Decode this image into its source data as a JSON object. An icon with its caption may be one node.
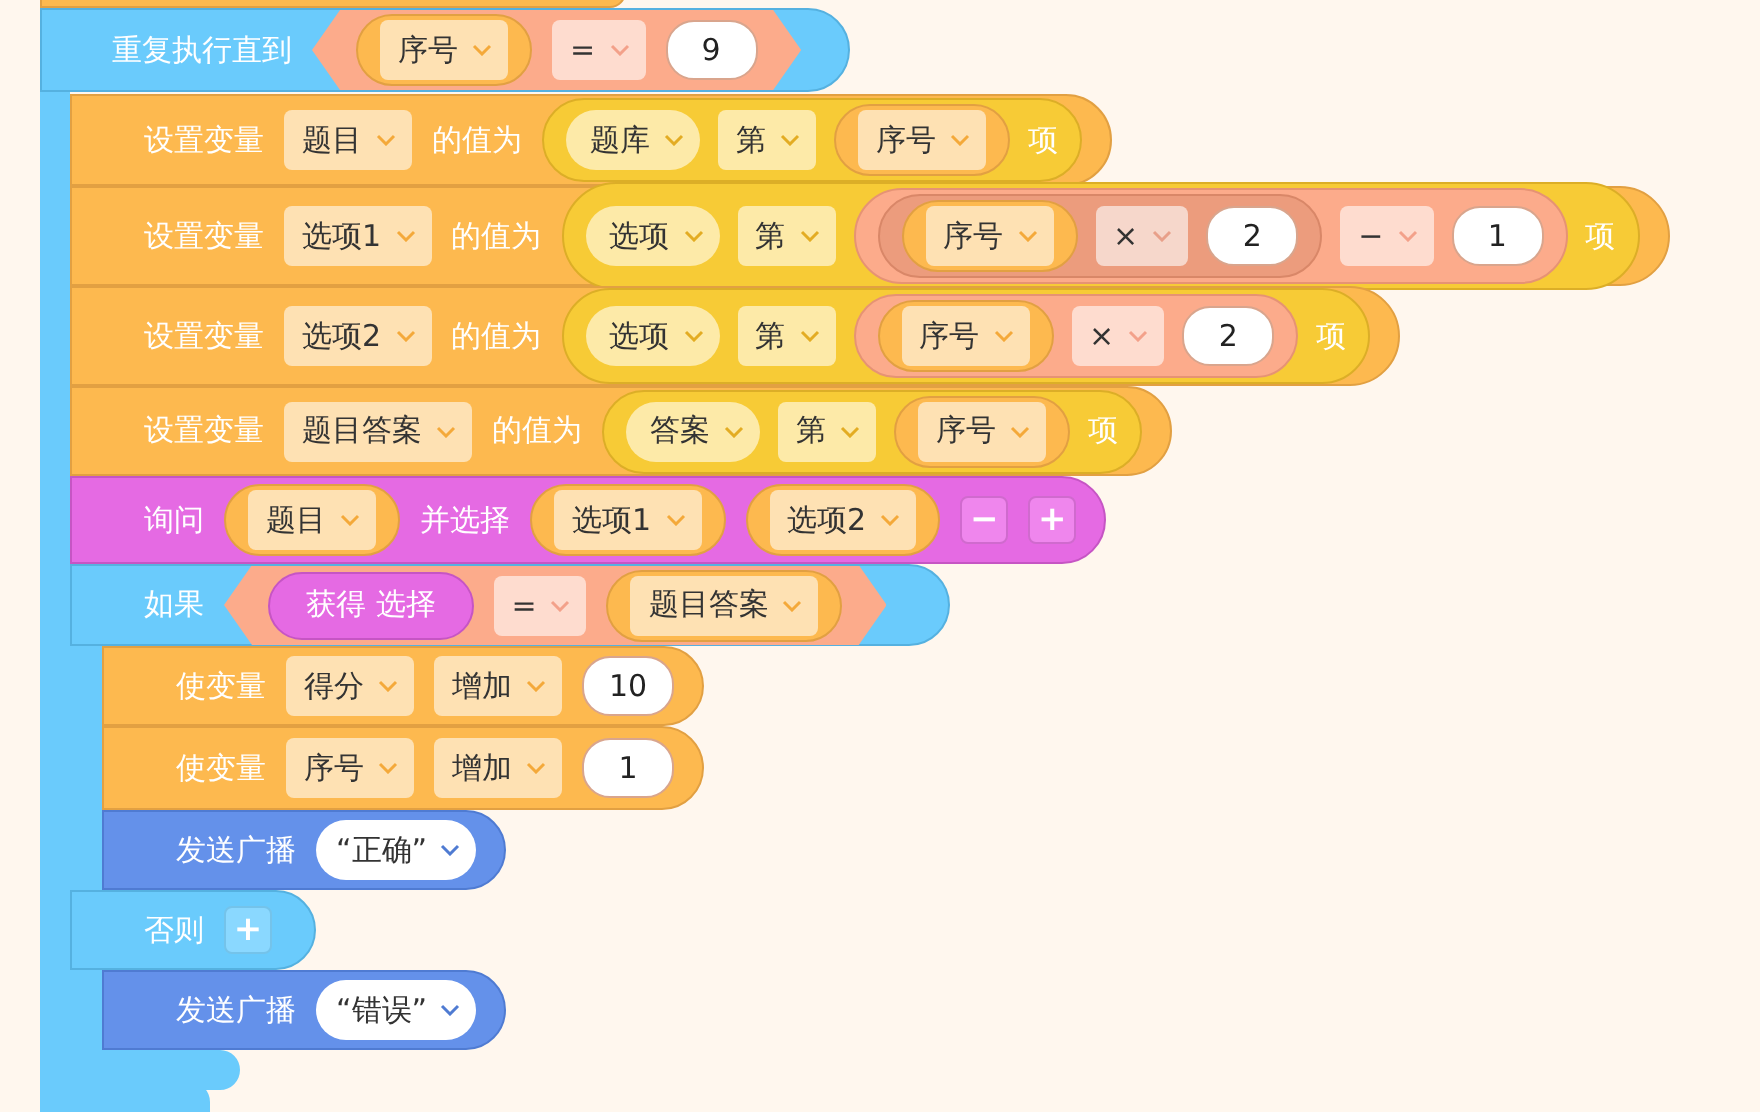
{
  "diagram": {
    "nodes": [
      {
        "text": [],
        "shape": "box"
      },
      {
        "text": [
          "重复执行直到"
        ]
      },
      {
        "text": [],
        "shape": "hexagon",
        "in": 1
      },
      {
        "text": [],
        "shape": "pill",
        "in": 2
      },
      {
        "text": [
          "序号"
        ],
        "in": 3
      },
      {
        "text": [
          "="
        ],
        "in": 2
      },
      {
        "text": [
          "9"
        ],
        "in": 2
      },
      {
        "text": [
          "设置变量",
          "的值为"
        ]
      },
      {
        "text": [
          "题目"
        ],
        "in": 7
      },
      {
        "text": [
          "项"
        ],
        "in": 7
      },
      {
        "text": [
          "题库"
        ],
        "in": 9
      },
      {
        "text": [
          "第"
        ],
        "in": 9
      },
      {
        "text": [],
        "shape": "pill",
        "in": 9
      },
      {
        "text": [
          "序号"
        ],
        "in": 12
      },
      {
        "text": [
          "设置变量",
          "的值为"
        ]
      },
      {
        "text": [
          "选项1"
        ],
        "in": 14
      },
      {
        "text": [
          "项"
        ],
        "in": 14
      },
      {
        "text": [
          "选项"
        ],
        "in": 16
      },
      {
        "text": [
          "第"
        ],
        "in": 16
      },
      {
        "text": [],
        "shape": "pill",
        "in": 16
      },
      {
        "text": [],
        "shape": "pill",
        "in": 19
      },
      {
        "text": [],
        "shape": "pill",
        "in": 20
      },
      {
        "text": [
          "序号"
        ],
        "in": 21
      },
      {
        "text": [
          "×"
        ],
        "in": 20
      },
      {
        "text": [
          "2"
        ],
        "in": 20
      },
      {
        "text": [
          "−"
        ],
        "in": 19
      },
      {
        "text": [
          "1"
        ],
        "in": 19
      },
      {
        "text": [
          "设置变量",
          "的值为"
        ]
      },
      {
        "text": [
          "选项2"
        ],
        "in": 27
      },
      {
        "text": [
          "项"
        ],
        "in": 27
      },
      {
        "text": [
          "选项"
        ],
        "in": 29
      },
      {
        "text": [
          "第"
        ],
        "in": 29
      },
      {
        "text": [],
        "shape": "pill",
        "in": 29
      },
      {
        "text": [],
        "shape": "pill",
        "in": 32
      },
      {
        "text": [
          "序号"
        ],
        "in": 33
      },
      {
        "text": [
          "×"
        ],
        "in": 32
      },
      {
        "text": [
          "2"
        ],
        "in": 32
      },
      {
        "text": [
          "设置变量",
          "的值为"
        ]
      },
      {
        "text": [
          "题目答案"
        ],
        "in": 37
      },
      {
        "text": [
          "项"
        ],
        "in": 37
      },
      {
        "text": [
          "答案"
        ],
        "in": 39
      },
      {
        "text": [
          "第"
        ],
        "in": 39
      },
      {
        "text": [],
        "shape": "pill",
        "in": 39
      },
      {
        "text": [
          "序号"
        ],
        "in": 42
      },
      {
        "text": [
          "询问",
          "并选择"
        ]
      },
      {
        "text": [],
        "shape": "pill",
        "in": 44
      },
      {
        "text": [
          "题目"
        ],
        "in": 45
      },
      {
        "text": [],
        "shape": "pill",
        "in": 44
      },
      {
        "text": [
          "选项1"
        ],
        "in": 47
      },
      {
        "text": [],
        "shape": "pill",
        "in": 44
      },
      {
        "text": [
          "选项2"
        ],
        "in": 49
      },
      {
        "text": [
          "−"
        ],
        "in": 44
      },
      {
        "text": [
          "+"
        ],
        "in": 44
      },
      {
        "text": [
          "如果"
        ]
      },
      {
        "text": [],
        "shape": "hexagon",
        "in": 53
      },
      {
        "text": [
          "获得 选择"
        ],
        "in": 54
      },
      {
        "text": [
          "="
        ],
        "in": 54
      },
      {
        "text": [],
        "shape": "pill",
        "in": 54
      },
      {
        "text": [
          "题目答案"
        ],
        "in": 57
      },
      {
        "text": [
          "使变量"
        ]
      },
      {
        "text": [
          "得分"
        ],
        "in": 59
      },
      {
        "text": [
          "增加"
        ],
        "in": 59
      },
      {
        "text": [
          "10"
        ],
        "in": 59
      },
      {
        "text": [
          "使变量"
        ]
      },
      {
        "text": [
          "序号"
        ],
        "in": 63
      },
      {
        "text": [
          "增加"
        ],
        "in": 63
      },
      {
        "text": [
          "1"
        ],
        "in": 63
      },
      {
        "text": [
          "发送广播"
        ]
      },
      {
        "text": [
          "“正确”"
        ],
        "in": 67
      },
      {
        "text": [
          "否则"
        ]
      },
      {
        "text": [
          "+"
        ],
        "in": 69
      },
      {
        "text": [
          "发送广播"
        ]
      },
      {
        "text": [
          "“错误”"
        ],
        "in": 71
      }
    ]
  }
}
